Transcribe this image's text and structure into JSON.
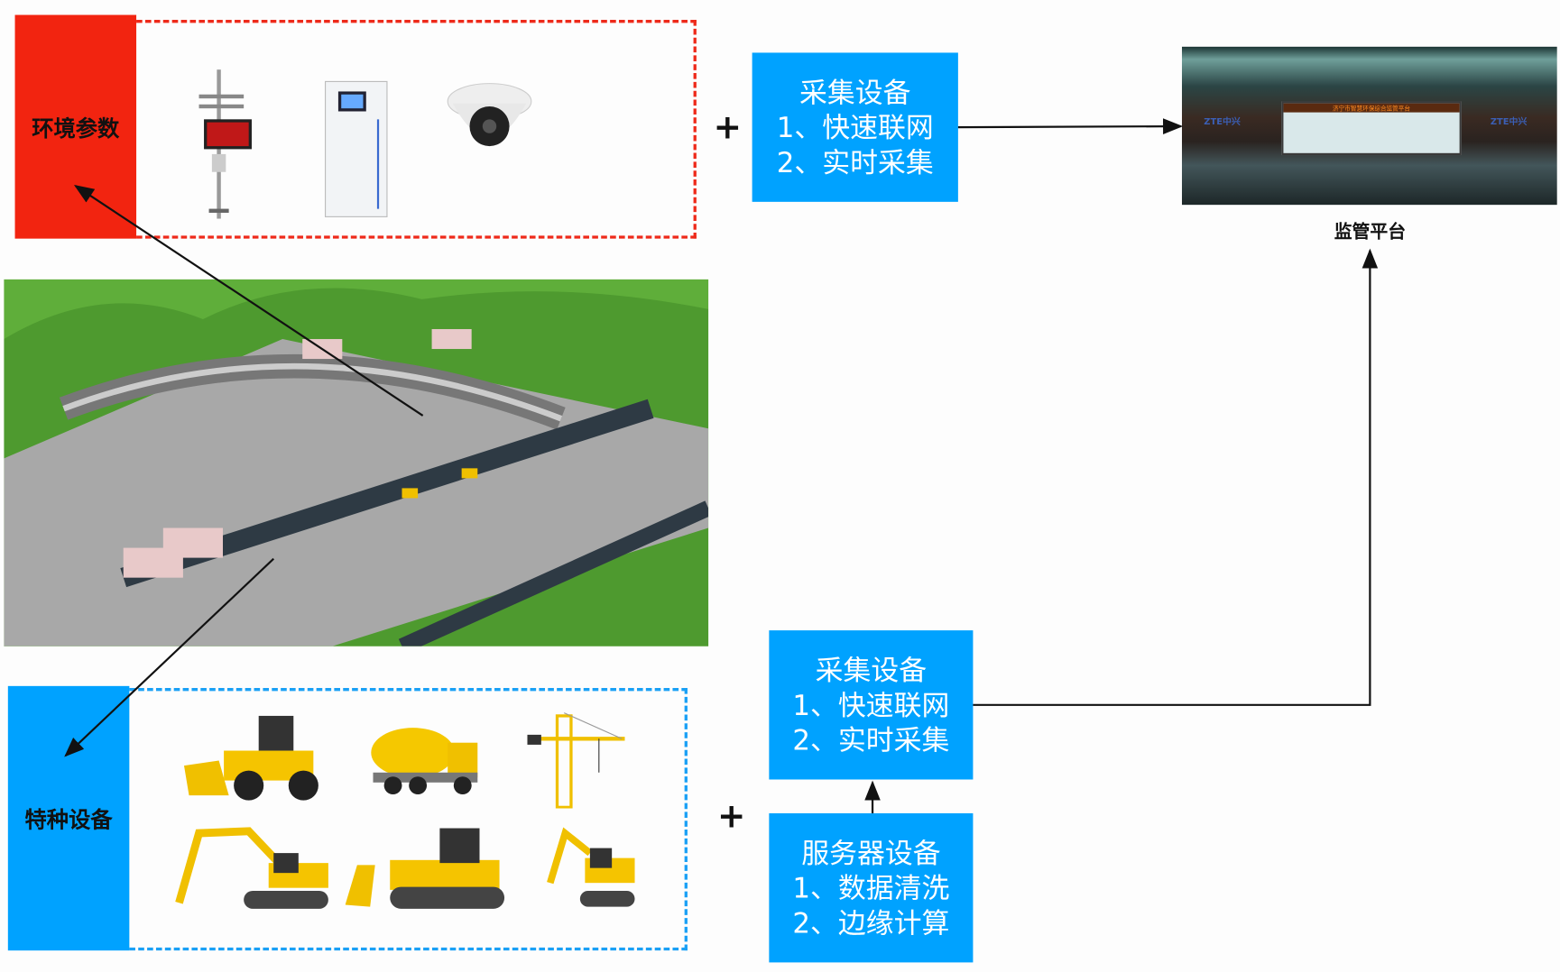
{
  "env": {
    "label": "环境参数"
  },
  "special": {
    "label": "特种设备"
  },
  "collect_top": {
    "title": "采集设备",
    "line1": "1、快速联网",
    "line2": "2、实时采集"
  },
  "collect_bottom": {
    "title": "采集设备",
    "line1": "1、快速联网",
    "line2": "2、实时采集"
  },
  "server": {
    "title": "服务器设备",
    "line1": "1、数据清洗",
    "line2": "2、边缘计算"
  },
  "platform": {
    "label": "监管平台",
    "screen_title": "济宁市智慧环保综合监管平台",
    "logo": "ZTE中兴"
  },
  "plus": "+",
  "colors": {
    "red": "#f22410",
    "blue": "#00a2ff"
  }
}
